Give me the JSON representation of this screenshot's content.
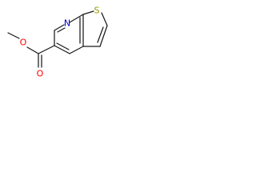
{
  "molecule": {
    "atom_labels": {
      "ring_nitrogen": "N",
      "sulfur": "S",
      "carbonyl_oxygen": "O",
      "ester_oxygen": "O"
    },
    "colors": {
      "bond": "#1a1a1a",
      "nitrogen": "#0000cc",
      "sulfur": "#999900",
      "oxygen": "#ff0000"
    }
  }
}
